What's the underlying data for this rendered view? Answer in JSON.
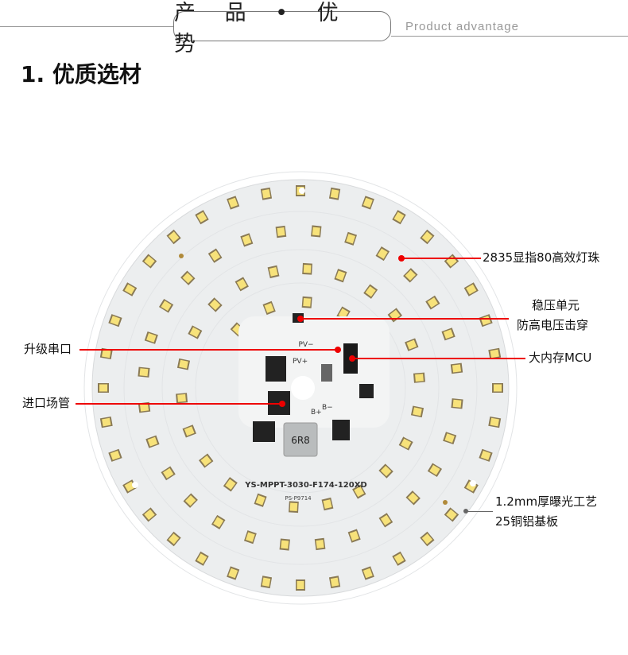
{
  "header": {
    "title": "产 品 • 优 势",
    "subtitle": "Product advantage"
  },
  "section_title": "1. 优质选材",
  "board": {
    "model": "YS-MPPT-3030-F174-120XD",
    "part": "PS-P9714",
    "inductor": "6R8",
    "pv_minus": "PV−",
    "pv_plus": "PV+",
    "b_plus": "B+",
    "b_minus": "B−"
  },
  "callouts": {
    "led": "2835显指80高效灯珠",
    "regulator_1": "稳压单元",
    "regulator_2": "防高电压击穿",
    "serial": "升级串口",
    "mcu": "大内存MCU",
    "mosfet": "进口场管",
    "substrate_1": "1.2mm厚曝光工艺",
    "substrate_2": "25铜铝基板"
  },
  "colors": {
    "accent": "#e00000",
    "board": "#eceeef",
    "led": "#f7e27a"
  }
}
